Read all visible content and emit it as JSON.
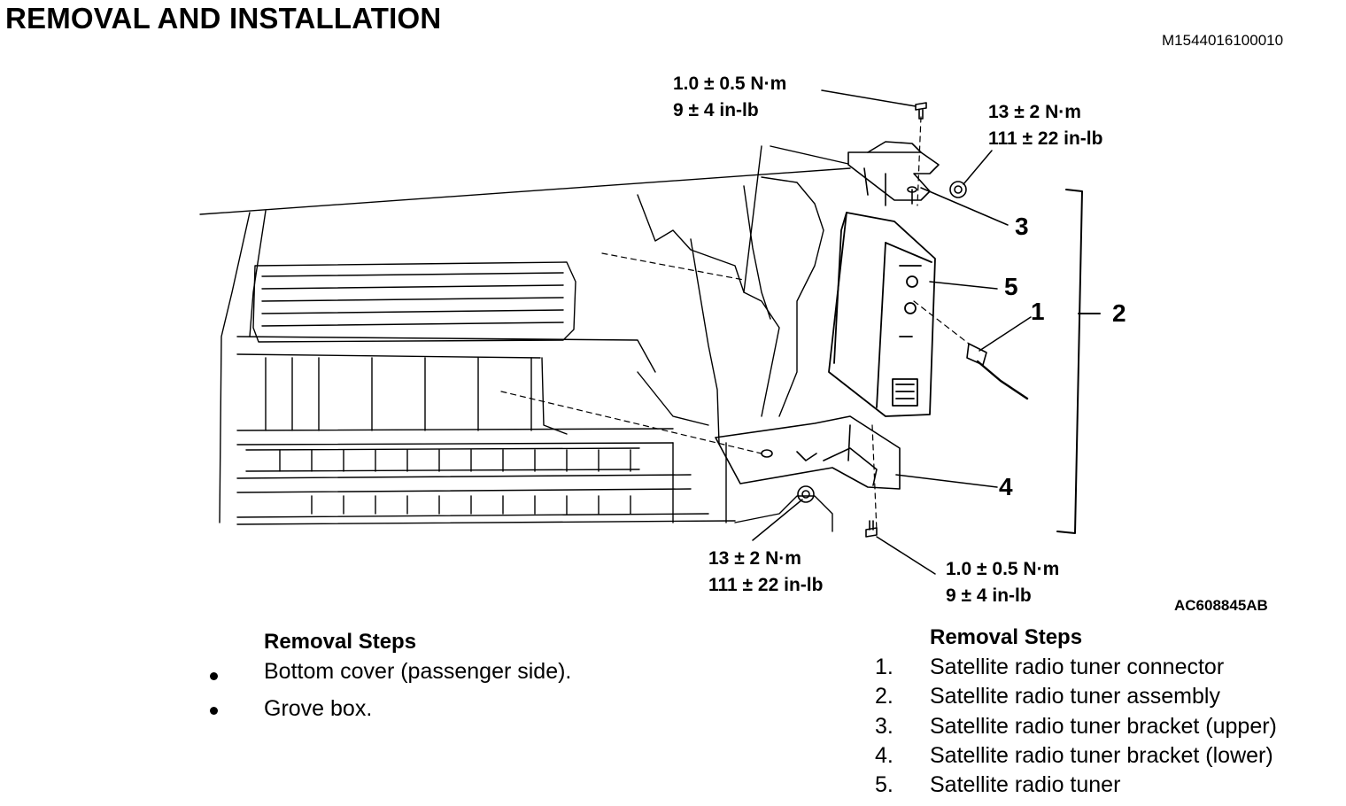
{
  "header": {
    "title": "REMOVAL AND INSTALLATION",
    "document_id": "M1544016100010"
  },
  "figure": {
    "figure_id": "AC608845AB",
    "torque_labels": {
      "top_bolt": {
        "metric": "1.0 ± 0.5 N·m",
        "imperial": "9 ± 4 in-lb"
      },
      "top_nut": {
        "metric": "13 ± 2 N·m",
        "imperial": "111 ± 22 in-lb"
      },
      "bottom_nut": {
        "metric": "13 ± 2 N·m",
        "imperial": "111 ± 22 in-lb"
      },
      "bottom_bolt": {
        "metric": "1.0 ± 0.5 N·m",
        "imperial": "9 ± 4 in-lb"
      }
    },
    "callouts": {
      "c1": "1",
      "c2": "2",
      "c3": "3",
      "c4": "4",
      "c5": "5"
    }
  },
  "pre_removal": {
    "heading": "Removal Steps",
    "items": [
      {
        "text": "Bottom cover (passenger side)."
      },
      {
        "text": "Grove box."
      }
    ]
  },
  "removal_steps": {
    "heading": "Removal Steps",
    "items": [
      {
        "number": "1.",
        "text": "Satellite radio tuner connector"
      },
      {
        "number": "2.",
        "text": "Satellite radio tuner assembly"
      },
      {
        "number": "3.",
        "text": "Satellite radio tuner bracket (upper)"
      },
      {
        "number": "4.",
        "text": "Satellite radio tuner bracket (lower)"
      },
      {
        "number": "5.",
        "text": "Satellite radio tuner"
      }
    ]
  }
}
